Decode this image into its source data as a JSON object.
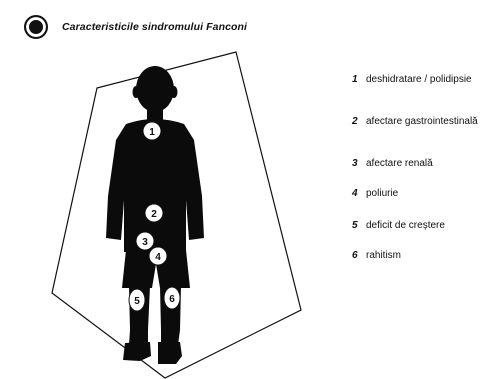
{
  "title": "Caracteristicile sindromului Fanconi",
  "markers": [
    "1",
    "2",
    "3",
    "4",
    "5",
    "6"
  ],
  "legend": [
    {
      "num": "1",
      "label": "deshidratare / polidipsie"
    },
    {
      "num": "2",
      "label": "afectare gastrointestinală"
    },
    {
      "num": "3",
      "label": "afectare renală"
    },
    {
      "num": "4",
      "label": "poliurie"
    },
    {
      "num": "5",
      "label": "deficit de creștere"
    },
    {
      "num": "6",
      "label": "rahitism"
    }
  ]
}
